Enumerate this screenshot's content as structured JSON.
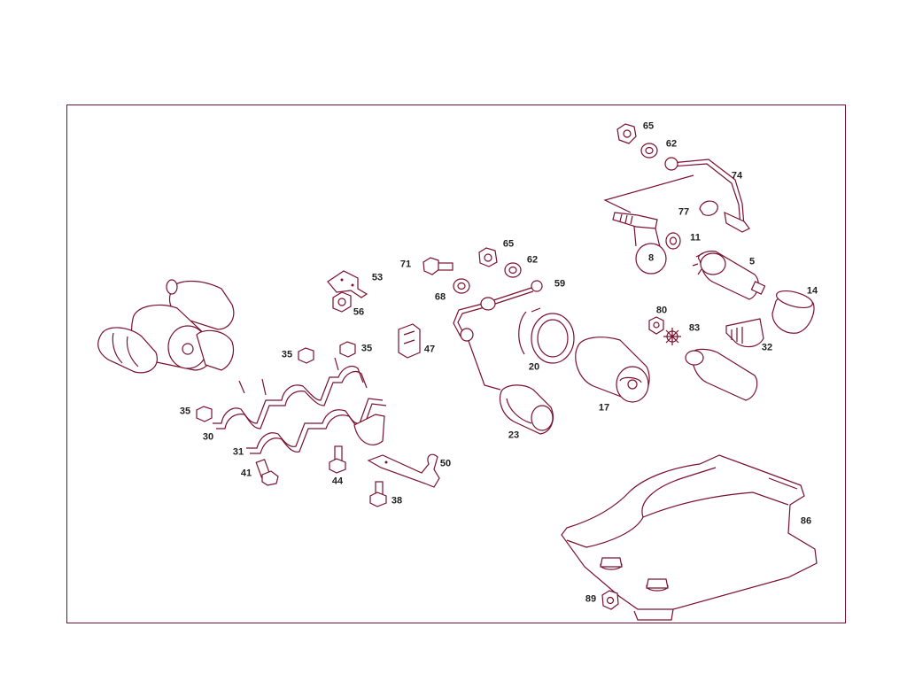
{
  "colors": {
    "line": "#7a1030",
    "label": "#222222",
    "background": "#ffffff"
  },
  "parts": [
    {
      "id": "p65a",
      "label": "65"
    },
    {
      "id": "p62a",
      "label": "62"
    },
    {
      "id": "p74",
      "label": "74"
    },
    {
      "id": "p77",
      "label": "77"
    },
    {
      "id": "p11",
      "label": "11"
    },
    {
      "id": "p8",
      "label": "8"
    },
    {
      "id": "p5",
      "label": "5"
    },
    {
      "id": "p14",
      "label": "14"
    },
    {
      "id": "p80",
      "label": "80"
    },
    {
      "id": "p83",
      "label": "83"
    },
    {
      "id": "p32",
      "label": "32"
    },
    {
      "id": "p71",
      "label": "71"
    },
    {
      "id": "p65b",
      "label": "65"
    },
    {
      "id": "p62b",
      "label": "62"
    },
    {
      "id": "p59",
      "label": "59"
    },
    {
      "id": "p68",
      "label": "68"
    },
    {
      "id": "p53",
      "label": "53"
    },
    {
      "id": "p56",
      "label": "56"
    },
    {
      "id": "p47",
      "label": "47"
    },
    {
      "id": "p20",
      "label": "20"
    },
    {
      "id": "p17",
      "label": "17"
    },
    {
      "id": "p23",
      "label": "23"
    },
    {
      "id": "p35a",
      "label": "35"
    },
    {
      "id": "p35b",
      "label": "35"
    },
    {
      "id": "p35c",
      "label": "35"
    },
    {
      "id": "p30",
      "label": "30"
    },
    {
      "id": "p31",
      "label": "31"
    },
    {
      "id": "p41",
      "label": "41"
    },
    {
      "id": "p44",
      "label": "44"
    },
    {
      "id": "p38",
      "label": "38"
    },
    {
      "id": "p50",
      "label": "50"
    },
    {
      "id": "p86",
      "label": "86"
    },
    {
      "id": "p89",
      "label": "89"
    }
  ]
}
